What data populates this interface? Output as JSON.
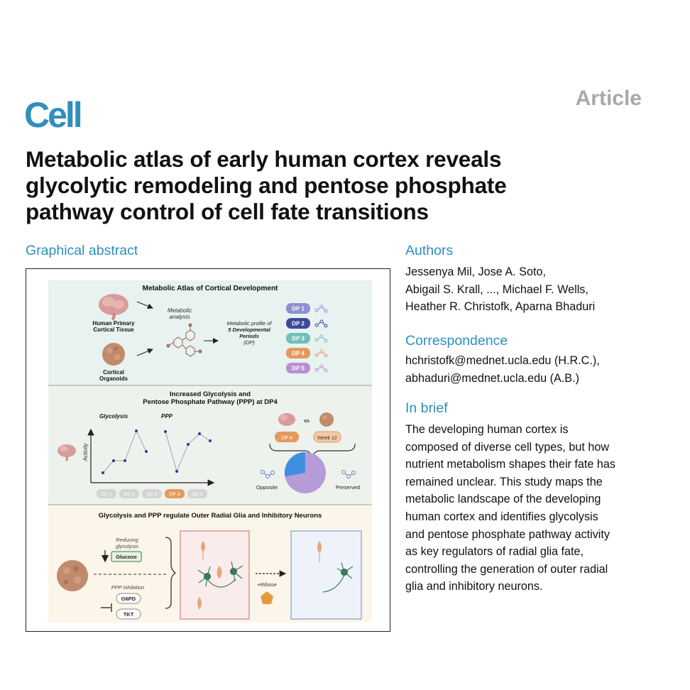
{
  "journal": "Cell",
  "article_type": "Article",
  "title_lines": [
    "Metabolic atlas of early human cortex reveals",
    "glycolytic remodeling and pentose phosphate",
    "pathway control of cell fate transitions"
  ],
  "graphical_abstract": {
    "heading": "Graphical abstract",
    "panel1": {
      "title": "Metabolic Atlas of Cortical Development",
      "human_label_1": "Human Primary",
      "human_label_2": "Cortical Tissue",
      "organoid_label_1": "Cortical",
      "organoid_label_2": "Organoids",
      "analysis_1": "Metabolic",
      "analysis_2": "analysis",
      "profile_1": "Metabolic profile of",
      "profile_2": "5 Developmental",
      "profile_3": "Periods",
      "profile_4": "(DP)",
      "periods": [
        "DP 1",
        "DP 2",
        "DP 3",
        "DP 4",
        "DP 5"
      ],
      "period_colors": [
        "#8f8fd0",
        "#3b4a9a",
        "#6fc0b8",
        "#e39a5c",
        "#b98fd3"
      ]
    },
    "panel2": {
      "title_1": "Increased Glycolysis and",
      "title_2": "Pentose Phosphate Pathway (PPP) at DP4",
      "glycolysis_label": "Glycolysis",
      "ppp_label": "PPP",
      "y_axis": "Activity",
      "x_periods": [
        "DP 1",
        "DP 2",
        "DP 3",
        "DP 4",
        "DP 5"
      ],
      "vs": "vs",
      "dp4_tag": "DP 4",
      "week_tag": "Week 12",
      "opposite": "Opposite",
      "preserved": "Preserved"
    },
    "panel3": {
      "title": "Glycolysis and PPP regulate Outer Radial Glia and Inhibitory Neurons",
      "reducing_1": "Reducing",
      "reducing_2": "glycolysis",
      "glucose": "Glucose",
      "ppp_inhibition": "PPP inhibition",
      "g6pd": "G6PD",
      "tkt": "TKT",
      "ribose": "+Ribose"
    }
  },
  "authors": {
    "heading": "Authors",
    "lines": [
      "Jessenya Mil, Jose A. Soto,",
      "Abigail S. Krall, ..., Michael F. Wells,",
      "Heather R. Christofk, Aparna Bhaduri"
    ]
  },
  "correspondence": {
    "heading": "Correspondence",
    "lines": [
      "hchristofk@mednet.ucla.edu (H.R.C.),",
      "abhaduri@mednet.ucla.edu (A.B.)"
    ]
  },
  "in_brief": {
    "heading": "In brief",
    "lines": [
      "The developing human cortex is",
      "composed of diverse cell types, but how",
      "nutrient metabolism shapes their fate has",
      "remained unclear. This study maps the",
      "metabolic landscape of the developing",
      "human cortex and identifies glycolysis",
      "and pentose phosphate pathway activity",
      "as key regulators of radial glia fate,",
      "controlling the generation of outer radial",
      "glia and inhibitory neurons."
    ]
  }
}
